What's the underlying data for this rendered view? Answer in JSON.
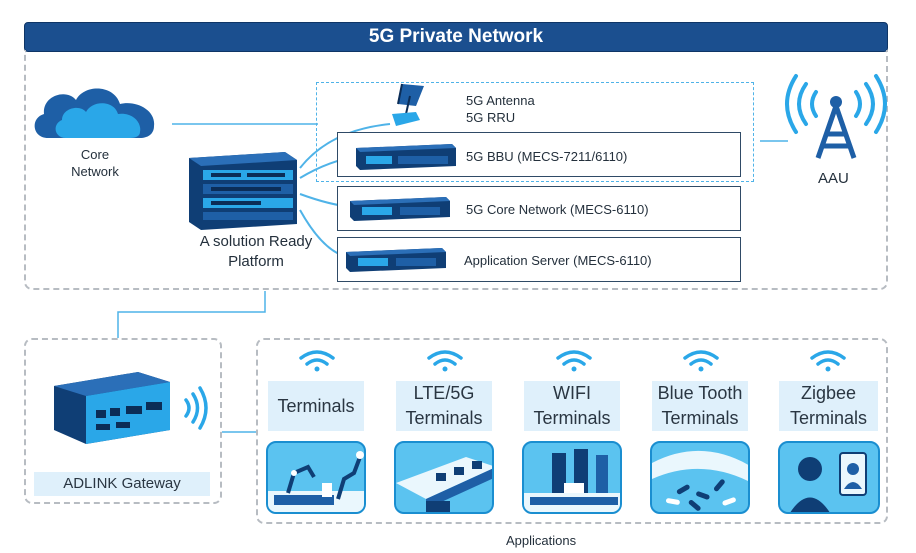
{
  "title": "5G Private Network",
  "core_network": {
    "line1": "Core",
    "line2": "Network"
  },
  "platform": {
    "line1": "A solution Ready",
    "line2": "Platform"
  },
  "antenna": {
    "line1": "5G Antenna",
    "line2": "5G RRU"
  },
  "servers": [
    {
      "label": "5G BBU (MECS-7211/6110)"
    },
    {
      "label": "5G Core Network (MECS-6110)"
    },
    {
      "label": "Application Server (MECS-6110)"
    }
  ],
  "aau": {
    "label": "AAU"
  },
  "gateway": {
    "label": "ADLINK Gateway"
  },
  "terminals": [
    {
      "line1": "Terminals",
      "line2": "",
      "scene": "robot-arm-factory"
    },
    {
      "line1": "LTE/5G",
      "line2": "Terminals",
      "scene": "conveyor-line"
    },
    {
      "line1": "WIFI",
      "line2": "Terminals",
      "scene": "assembly-robots"
    },
    {
      "line1": "Blue Tooth",
      "line2": "Terminals",
      "scene": "medical-pills"
    },
    {
      "line1": "Zigbee",
      "line2": "Terminals",
      "scene": "face-recognition"
    }
  ],
  "applications_label": "Applications",
  "colors": {
    "accent": "#1b4f8f",
    "dark": "#0e3566",
    "light": "#5bc3f0",
    "signal": "#2aa7e8",
    "label_bg": "#dff0fb"
  }
}
